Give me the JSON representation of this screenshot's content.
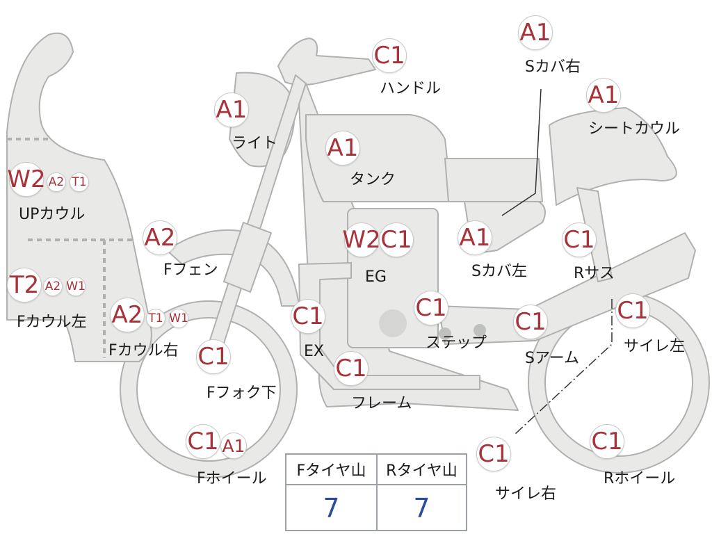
{
  "parts": [
    {
      "key": "up-cowl",
      "label": "UPカウル",
      "codes": [
        "W2",
        "A2",
        "T1"
      ]
    },
    {
      "key": "f-cowl-left",
      "label": "Fカウル左",
      "codes": [
        "T2",
        "A2",
        "W1"
      ]
    },
    {
      "key": "f-cowl-right",
      "label": "Fカウル右",
      "codes": [
        "A2",
        "T1",
        "W1"
      ]
    },
    {
      "key": "light",
      "label": "ライト",
      "codes": [
        "A1"
      ]
    },
    {
      "key": "handle",
      "label": "ハンドル",
      "codes": [
        "C1"
      ]
    },
    {
      "key": "tank",
      "label": "タンク",
      "codes": [
        "A1"
      ]
    },
    {
      "key": "s-cover-right",
      "label": "Sカバ右",
      "codes": [
        "A1"
      ]
    },
    {
      "key": "seat-cowl",
      "label": "シートカウル",
      "codes": [
        "A1"
      ]
    },
    {
      "key": "f-fender",
      "label": "Fフェン",
      "codes": [
        "A2"
      ]
    },
    {
      "key": "eg",
      "label": "EG",
      "codes": [
        "W2",
        "C1"
      ]
    },
    {
      "key": "s-cover-left",
      "label": "Sカバ左",
      "codes": [
        "A1"
      ]
    },
    {
      "key": "r-sus",
      "label": "Rサス",
      "codes": [
        "C1"
      ]
    },
    {
      "key": "ex",
      "label": "EX",
      "codes": [
        "C1"
      ]
    },
    {
      "key": "step",
      "label": "ステップ",
      "codes": [
        "C1"
      ]
    },
    {
      "key": "s-arm",
      "label": "Sアーム",
      "codes": [
        "C1"
      ]
    },
    {
      "key": "silencer-left",
      "label": "サイレ左",
      "codes": [
        "C1"
      ]
    },
    {
      "key": "f-fork-lower",
      "label": "Fフォク下",
      "codes": [
        "C1"
      ]
    },
    {
      "key": "frame",
      "label": "フレーム",
      "codes": [
        "C1"
      ]
    },
    {
      "key": "f-wheel",
      "label": "Fホイール",
      "codes": [
        "C1",
        "A1"
      ]
    },
    {
      "key": "silencer-right",
      "label": "サイレ右",
      "codes": [
        "C1"
      ]
    },
    {
      "key": "r-wheel",
      "label": "Rホイール",
      "codes": [
        "C1"
      ]
    }
  ],
  "tire_table": {
    "front_header": "Fタイヤ山",
    "rear_header": "Rタイヤ山",
    "front_value": "7",
    "rear_value": "7"
  },
  "colors": {
    "code": "#a8323a",
    "value": "#2b4f9a",
    "part_fill": "#e9eae8",
    "part_stroke": "#aeb1b0"
  }
}
